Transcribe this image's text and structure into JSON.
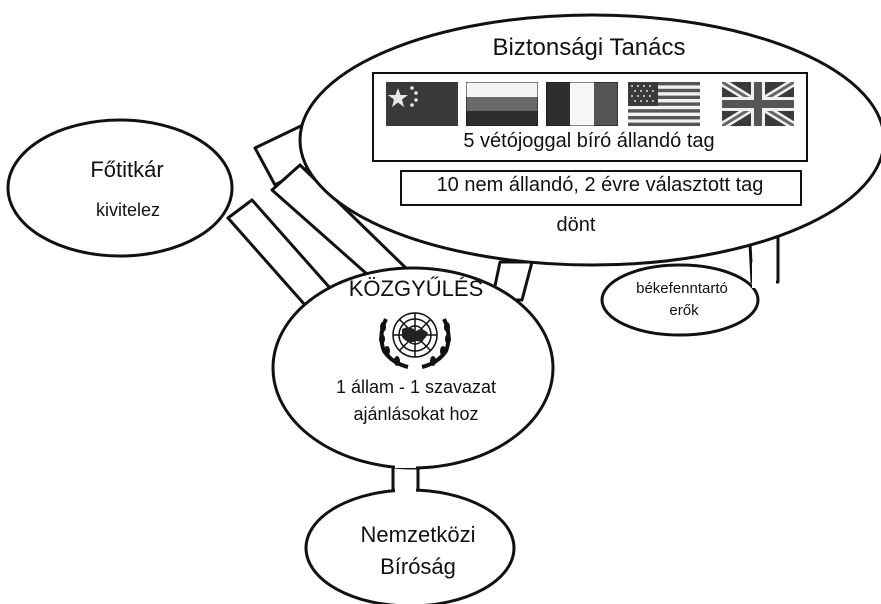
{
  "security_council": {
    "title": "Biztonsági Tanács",
    "permanent_label": "5 vétójoggal bíró állandó tag",
    "nonpermanent_label": "10 nem állandó, 2 évre választott tag",
    "decision": "dönt",
    "flags": [
      "china-flag-icon",
      "russia-flag-icon",
      "france-flag-icon",
      "usa-flag-icon",
      "uk-flag-icon"
    ]
  },
  "secretary_general": {
    "title": "Főtitkár",
    "role": "kivitelez"
  },
  "peacekeeping": {
    "line1": "békefenntartó",
    "line2": "erők"
  },
  "general_assembly": {
    "title": "KÖZGYŰLÉS",
    "emblem": "un-emblem-icon",
    "line1": "1 állam - 1 szavazat",
    "line2": "ajánlásokat hoz"
  },
  "court": {
    "line1": "Nemzetközi",
    "line2": "Bíróság"
  }
}
